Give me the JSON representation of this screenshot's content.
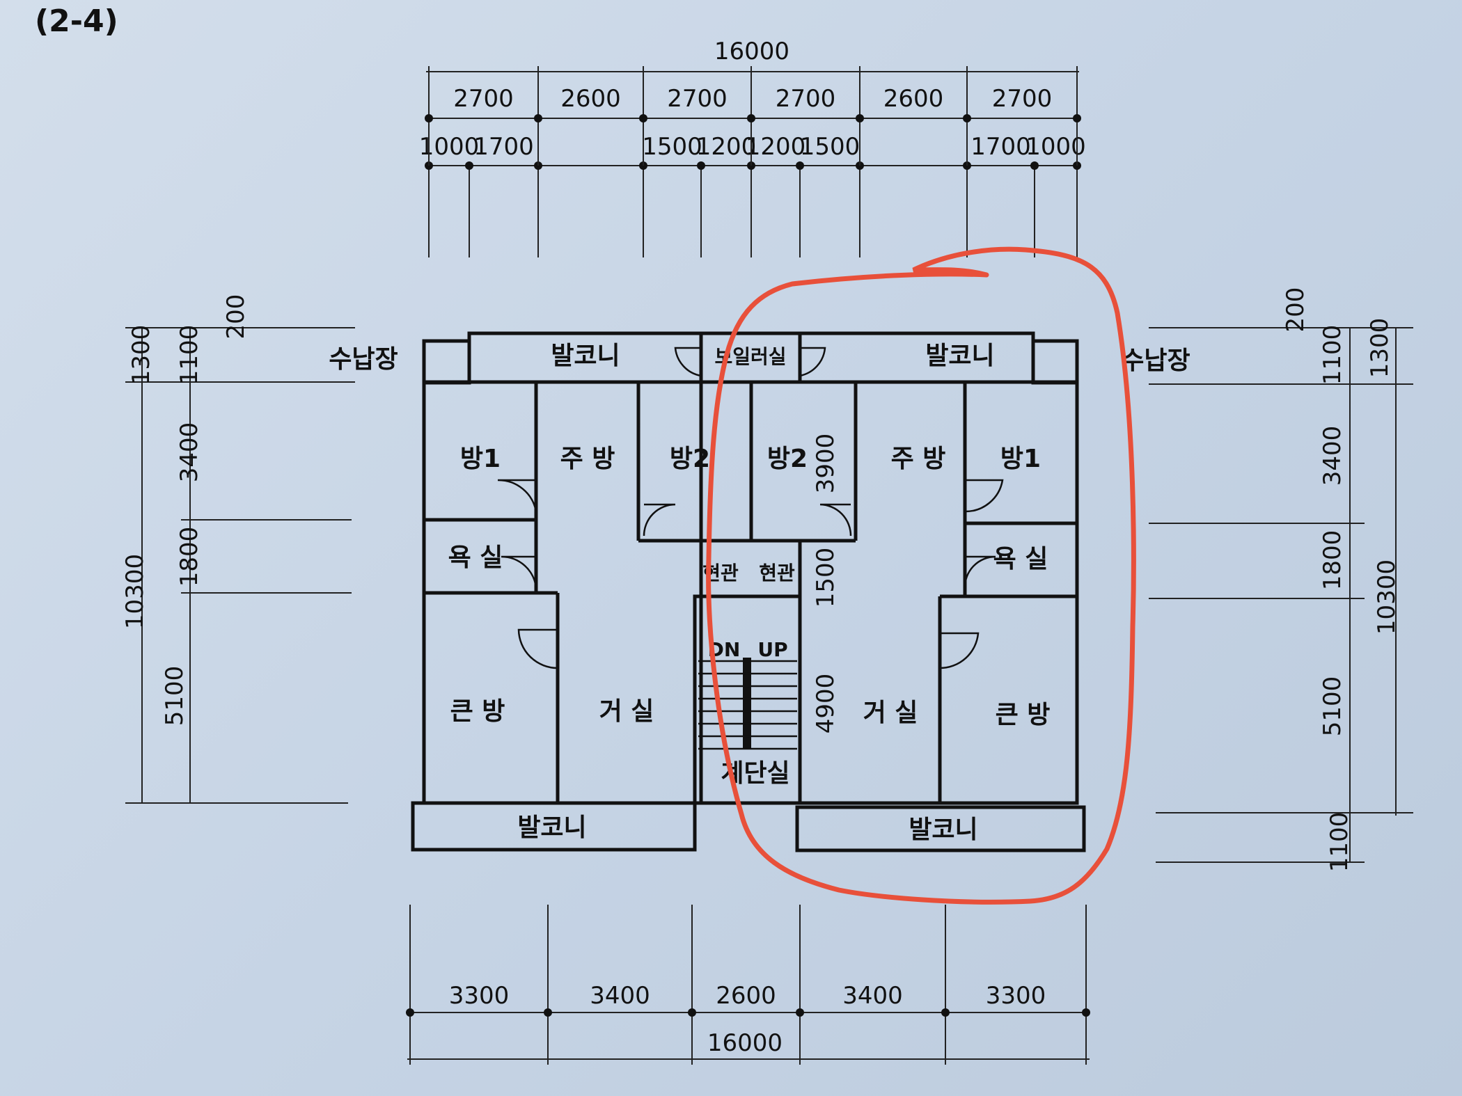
{
  "sheet_label": "(2-4)",
  "top_dims": {
    "total": "16000",
    "row1": [
      "2700",
      "2600",
      "2700",
      "2700",
      "2600",
      "2700"
    ],
    "row2": [
      "1000",
      "1700",
      "1500",
      "1200",
      "1200",
      "1500",
      "1700",
      "1000"
    ]
  },
  "bottom_dims": {
    "row1": [
      "3300",
      "3400",
      "2600",
      "3400",
      "3300"
    ],
    "total": "16000"
  },
  "left_dims": {
    "outer_top": "1300",
    "inner_top": "1100",
    "offset": "200",
    "d1": "3400",
    "d2": "1800",
    "d3": "5100",
    "total": "10300"
  },
  "right_dims": {
    "outer_top": "1300",
    "inner_top": "1100",
    "offset": "200",
    "d1": "3400",
    "d2": "1800",
    "d3": "5100",
    "d4": "1100",
    "total": "10300"
  },
  "interior_dims": {
    "a": "3900",
    "b": "1500",
    "c": "4900"
  },
  "rooms": {
    "storage_left": "수납장",
    "storage_right": "수납장",
    "balcony_top_left": "발코니",
    "balcony_top_right": "발코니",
    "boiler": "보일러실",
    "bed1_left": "방1",
    "kitchen_left": "주 방",
    "bed2_left": "방2",
    "bed2_right": "방2",
    "kitchen_right": "주 방",
    "bed1_right": "방1",
    "bath_left": "욕 실",
    "bath_right": "욕 실",
    "entry_left": "현관",
    "entry_right": "현관",
    "dn": "DN",
    "up": "UP",
    "master_left": "큰 방",
    "living_left": "거 실",
    "living_right": "거 실",
    "master_right": "큰 방",
    "stair": "계단실",
    "balcony_bottom_left": "발코니",
    "balcony_bottom_right": "발코니"
  },
  "annotation_color": "#e8503a"
}
